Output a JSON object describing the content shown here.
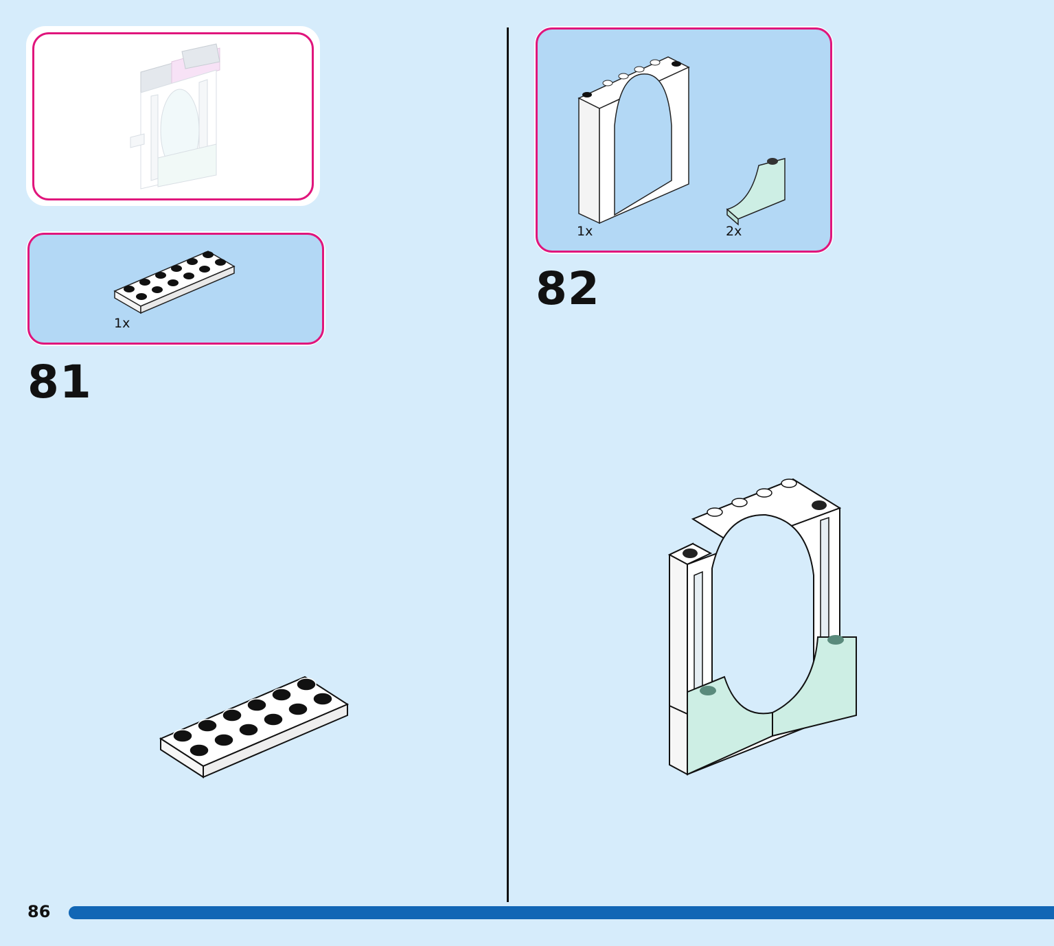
{
  "steps": [
    {
      "number": "81",
      "parts": [
        {
          "quantity": "1x",
          "part": "plate-2x6-white-icon"
        }
      ],
      "preview_icon": "window-arch-preview-icon",
      "model_icon": "plate-2x6-white-icon"
    },
    {
      "number": "82",
      "parts": [
        {
          "quantity": "1x",
          "part": "window-arch-frame-white-icon"
        },
        {
          "quantity": "2x",
          "part": "slope-curved-mint-icon"
        }
      ],
      "model_icon": "arch-frame-assembly-icon"
    }
  ],
  "footer": {
    "page_number": "86",
    "progress_fraction": 1.0
  },
  "colors": {
    "background": "#d6ecfb",
    "frame_border": "#e0157c",
    "parts_panel": "#b3d8f5",
    "progress": "#1166b5",
    "mint_brick": "#cdeee4"
  }
}
